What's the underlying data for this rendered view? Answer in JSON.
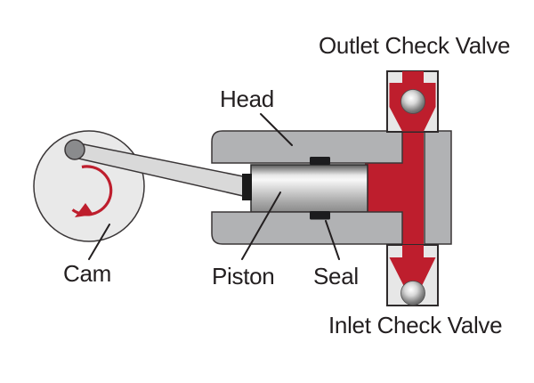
{
  "figure": {
    "type": "technical-diagram",
    "subject": "Piston pump cross-section with cam drive, piston, seal and check valves",
    "labels": {
      "outlet_check_valve": "Outlet Check Valve",
      "head": "Head",
      "cam": "Cam",
      "piston": "Piston",
      "seal": "Seal",
      "inlet_check_valve": "Inlet Check Valve"
    },
    "annotations": {
      "cam_rotation_direction": "clockwise"
    },
    "colors": {
      "fluid_red": "#be1e2d",
      "head_gray": "#b1b2b4",
      "valve_housing_gray": "#e7e7e7",
      "cam_gray": "#e9e9e9",
      "rod_gray": "#d9d9d9",
      "pivot_gray": "#8a8b8d",
      "seal_black": "#1c1c1e",
      "outline": "#3a3637",
      "text": "#231f20",
      "background": "#ffffff"
    }
  }
}
